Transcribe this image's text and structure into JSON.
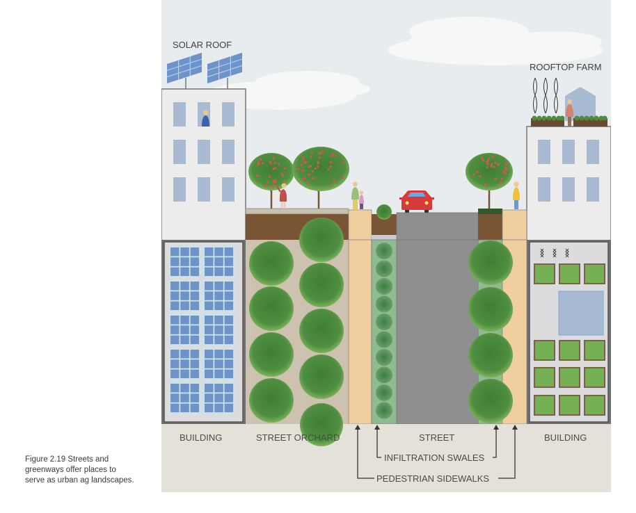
{
  "figure": {
    "number": "Figure 2.19",
    "caption_lines": [
      "Figure 2.19   Streets and",
      "greenways offer places to",
      "serve as urban ag landscapes."
    ]
  },
  "labels": {
    "solar_roof": "SOLAR ROOF",
    "rooftop_farm": "ROOFTOP FARM",
    "building_left": "BUILDING",
    "street_orchard": "STREET ORCHARD",
    "street": "STREET",
    "infiltration_swales": "INFILTRATION SWALES",
    "pedestrian_sidewalks": "PEDESTRIAN SIDEWALKS",
    "building_right": "BUILDING"
  },
  "colors": {
    "sky": "#e8ecef",
    "cloud": "#f6f7f7",
    "building_wall": "#ececec",
    "window": "#a9bbd2",
    "solar_panel": "#6d93c9",
    "soil": "#7a5535",
    "sidewalk": "#f0cf9e",
    "street": "#8f8f8f",
    "swale": "#8fba92",
    "orchard_ground": "#cdc2b0",
    "tree_green": "#4e8c3e",
    "fruit": "#d8574f",
    "car": "#d63a3a",
    "ground_panel": "#e3e1d8",
    "farm_bed": "#76b055",
    "greenhouse": "#a9bbd2",
    "label_text": "#4a4a4a"
  }
}
